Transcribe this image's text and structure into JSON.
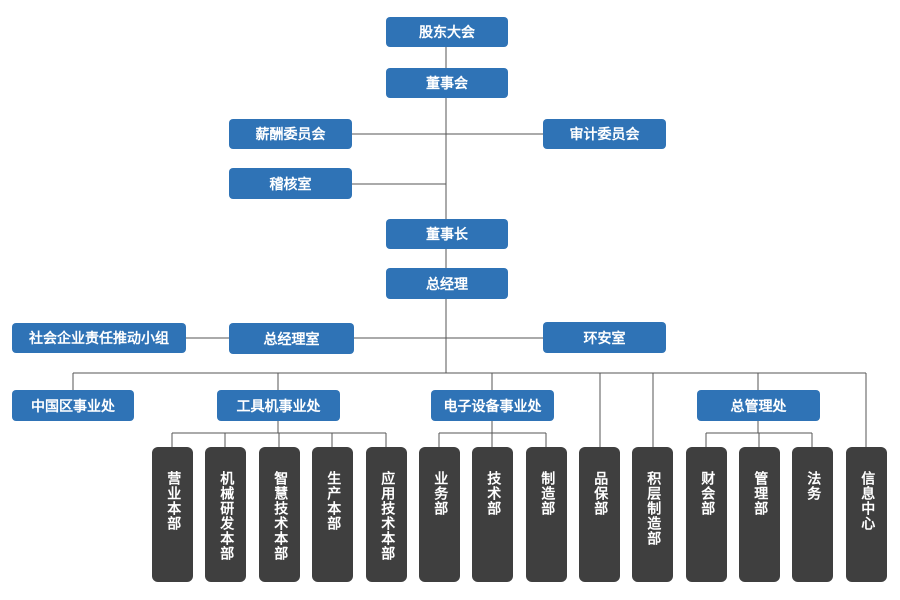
{
  "nodes": {
    "shareholders": "股东大会",
    "board": "董事会",
    "compensation": "薪酬委员会",
    "audit_committee": "审计委员会",
    "audit_office": "稽核室",
    "chairman": "董事长",
    "gm": "总经理",
    "csr": "社会企业责任推动小组",
    "gm_office": "总经理室",
    "env_safety": "环安室",
    "china_div": "中国区事业处",
    "tools_div": "工具机事业处",
    "electronics_div": "电子设备事业处",
    "admin_div": "总管理处"
  },
  "departments": {
    "sales_hq": "营业本部",
    "mech_rd_hq": "机械研发本部",
    "smart_tech_hq": "智慧技术本部",
    "production_hq": "生产本部",
    "app_tech_hq": "应用技术本部",
    "business": "业务部",
    "technology": "技术部",
    "manufacturing": "制造部",
    "quality": "品保部",
    "additive": "积层制造部",
    "finance": "财会部",
    "management": "管理部",
    "legal": "法务",
    "info_center": "信息中心"
  },
  "colors": {
    "box_blue": "#2f73b6",
    "box_dark": "#3f3f3f",
    "line": "#555555"
  }
}
